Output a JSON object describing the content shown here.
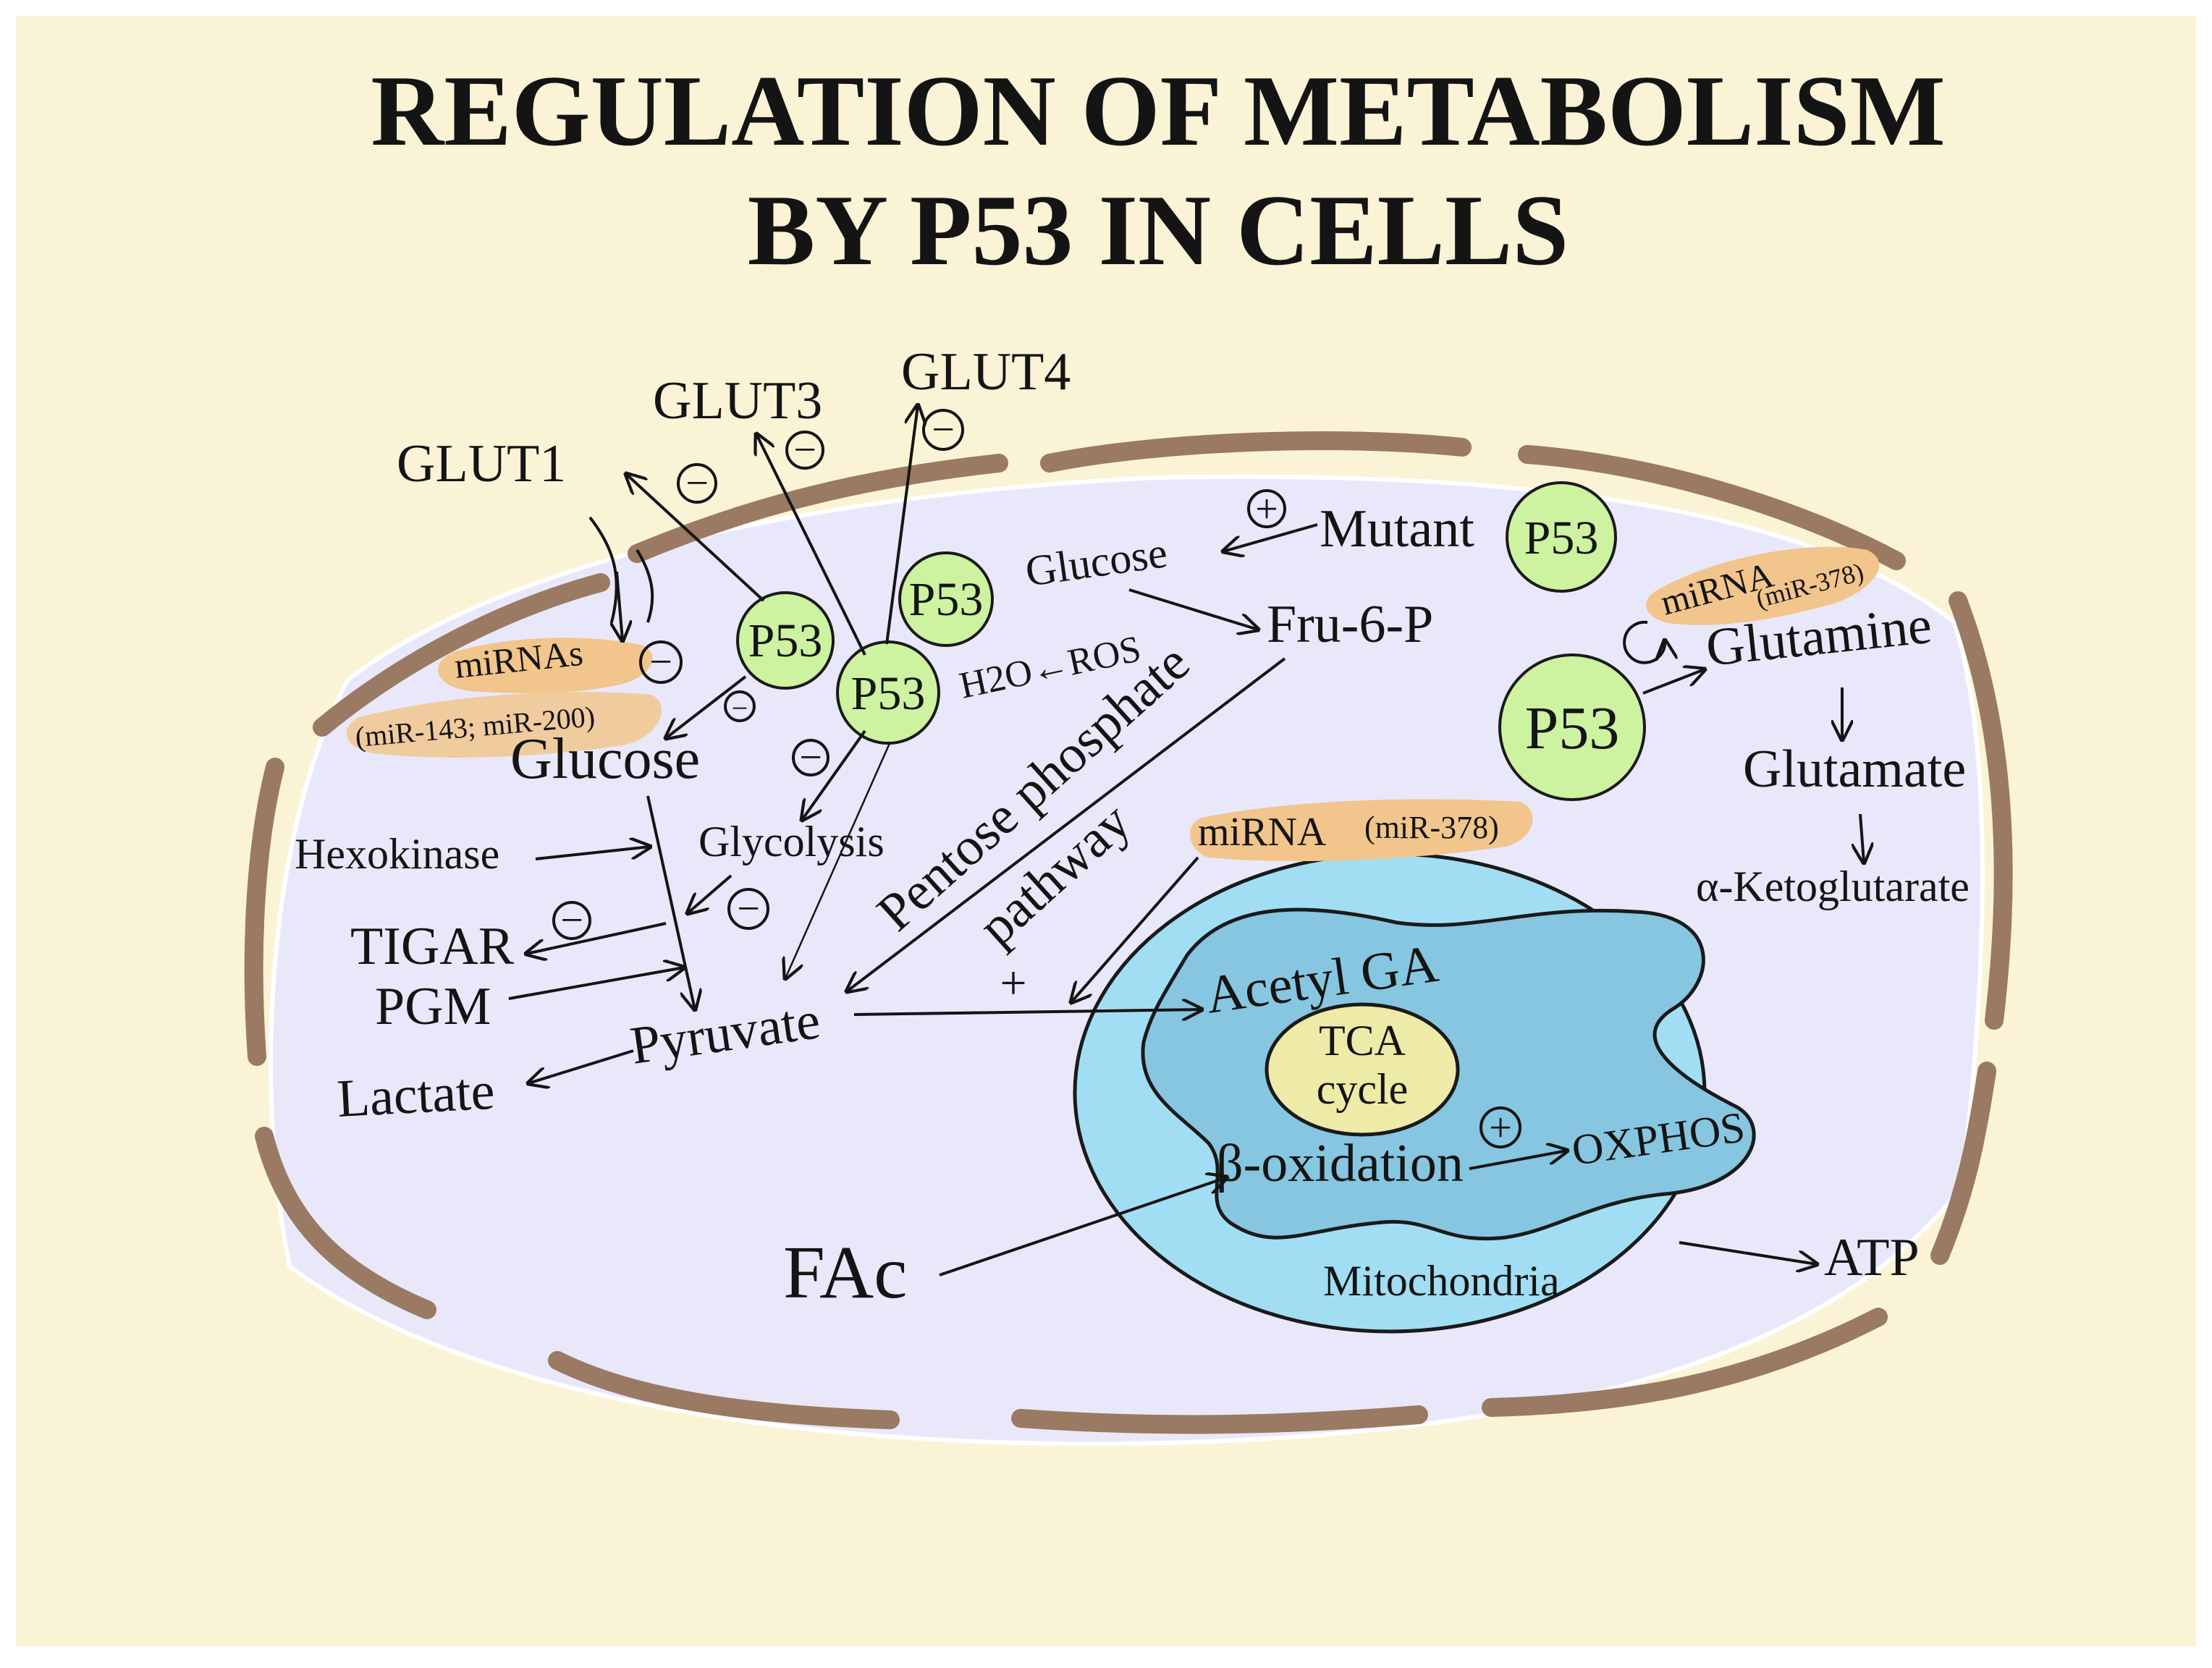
{
  "title": {
    "line1": "REGULATION OF METABOLISM",
    "line2": "BY P53 IN CELLS"
  },
  "p53_label": "P53",
  "transporters": {
    "glut1": "GLUT1",
    "glut3": "GLUT3",
    "glut4": "GLUT4"
  },
  "mutant": "Mutant",
  "metabolites": {
    "glucose_upper": "Glucose",
    "fru6p": "Fru-6-P",
    "h2o_ros": "H2O←ROS",
    "glucose_main": "Glucose",
    "glycolysis": "Glycolysis",
    "hexokinase": "Hexokinase",
    "tigar": "TIGAR",
    "pgm": "PGM",
    "pyruvate": "Pyruvate",
    "lactate": "Lactate",
    "ppp_line1": "Pentose phosphate",
    "ppp_line2": "pathway",
    "glutamine": "Glutamine",
    "glutamate": "Glutamate",
    "akg": "α-Ketoglutarate",
    "fac": "FAc",
    "atp": "ATP"
  },
  "mirnas": {
    "left_name": "miRNAs",
    "left_detail": "(miR-143; miR-200)",
    "right_name": "miRNA",
    "right_detail": "(miR-378)",
    "center_name": "miRNA",
    "center_detail": "(miR-378)"
  },
  "mitochondria": {
    "label": "Mitochondria",
    "acetyl": "Acetyl GA",
    "tca_line1": "TCA",
    "tca_line2": "cycle",
    "beta_ox": "β-oxidation",
    "oxphos": "OXPHOS"
  },
  "signs": {
    "minus": "−",
    "plus": "+"
  },
  "colors": {
    "background": "#fbf3d6",
    "cell": "#e8e8fa",
    "membrane": "#9a7a62",
    "p53_fill": "#cdf2a0",
    "mirna_highlight": "#f1c58c",
    "mito_outer": "#a2def3",
    "mito_inner": "#86c6e0",
    "tca_fill": "#eeeaa8"
  }
}
